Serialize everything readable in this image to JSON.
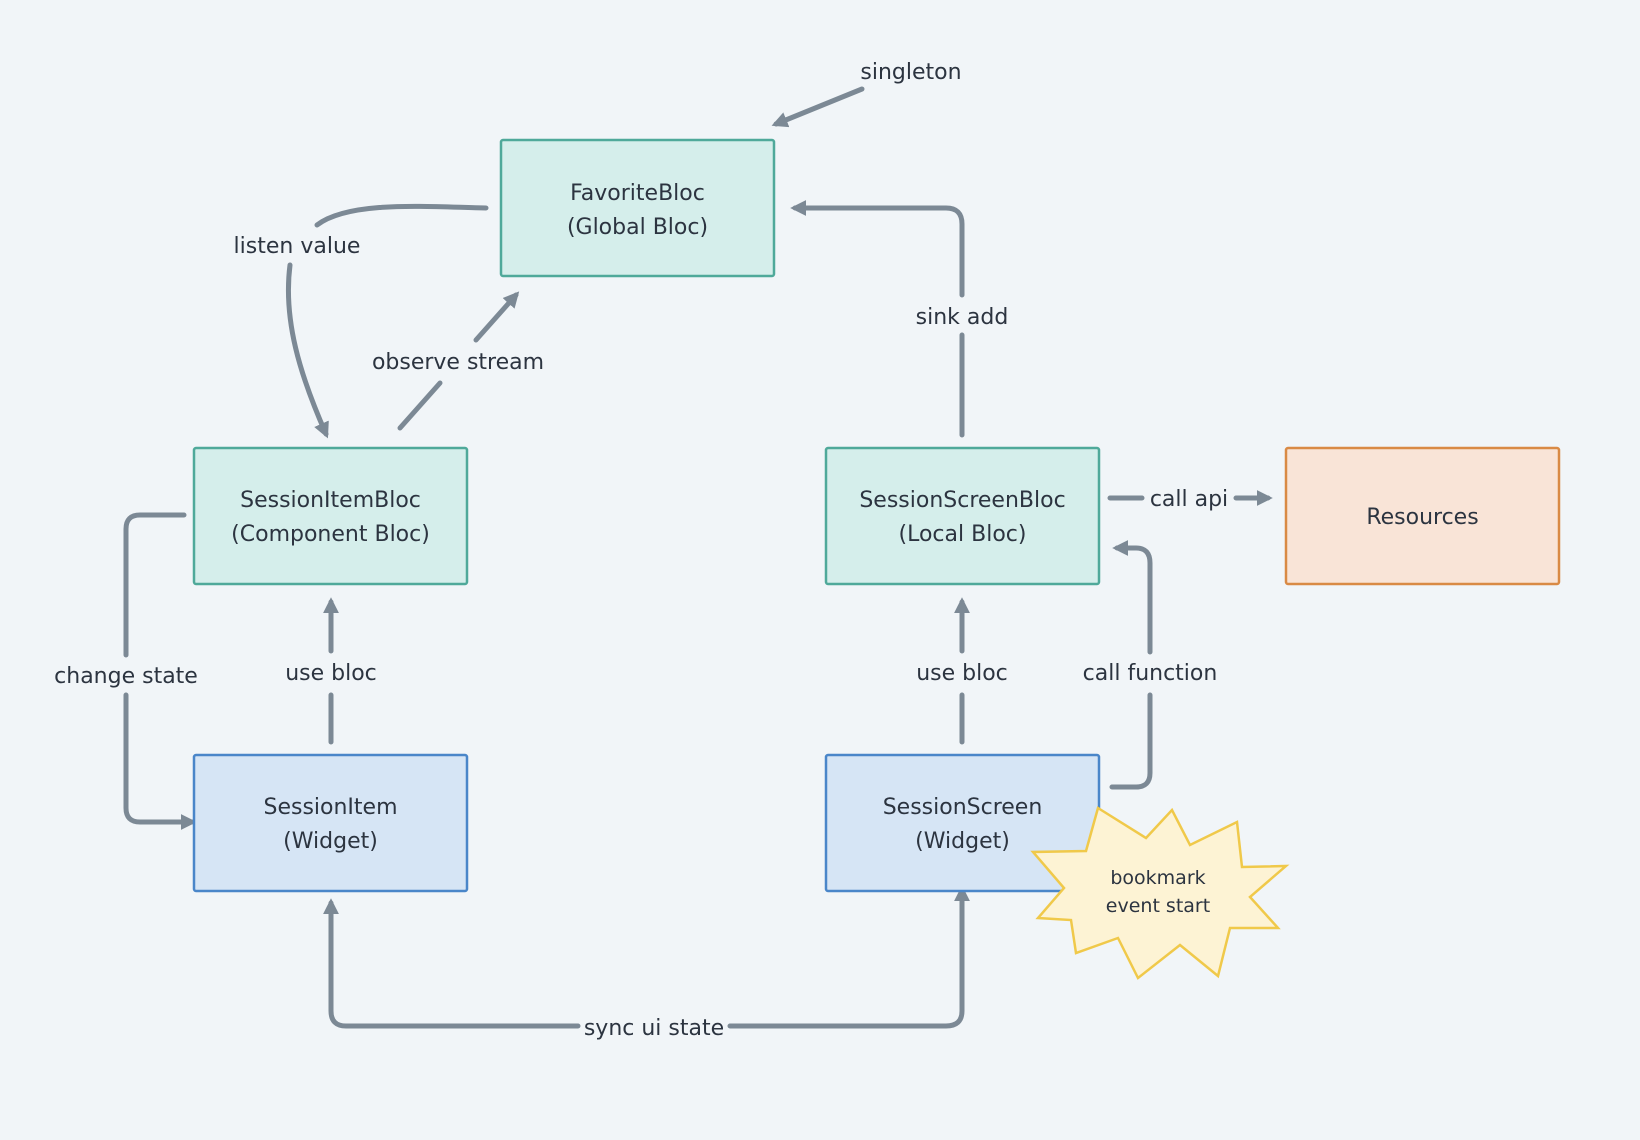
{
  "colors": {
    "background": "#f1f5f8",
    "bloc_fill": "#d5eeeb",
    "bloc_stroke": "#4fa99a",
    "widget_fill": "#d6e5f5",
    "widget_stroke": "#4a86c9",
    "resource_fill": "#f9e4d7",
    "resource_stroke": "#d98a45",
    "arrow": "#7c8995",
    "star_fill": "#fdf3d4",
    "star_stroke": "#f0c94a"
  },
  "nodes": {
    "favorite_bloc": {
      "line1": "FavoriteBloc",
      "line2": "(Global Bloc)"
    },
    "session_item_bloc": {
      "line1": "SessionItemBloc",
      "line2": "(Component Bloc)"
    },
    "session_screen_bloc": {
      "line1": "SessionScreenBloc",
      "line2": "(Local Bloc)"
    },
    "resources": {
      "line1": "Resources"
    },
    "session_item": {
      "line1": "SessionItem",
      "line2": "(Widget)"
    },
    "session_screen": {
      "line1": "SessionScreen",
      "line2": "(Widget)"
    }
  },
  "edges": {
    "singleton": "singleton",
    "listen_value": "listen value",
    "observe_stream": "observe stream",
    "sink_add": "sink add",
    "call_api": "call api",
    "change_state": "change state",
    "use_bloc_left": "use bloc",
    "use_bloc_right": "use bloc",
    "call_function": "call function",
    "sync_ui_state": "sync ui state"
  },
  "annotation": {
    "line1": "bookmark",
    "line2": "event start"
  }
}
